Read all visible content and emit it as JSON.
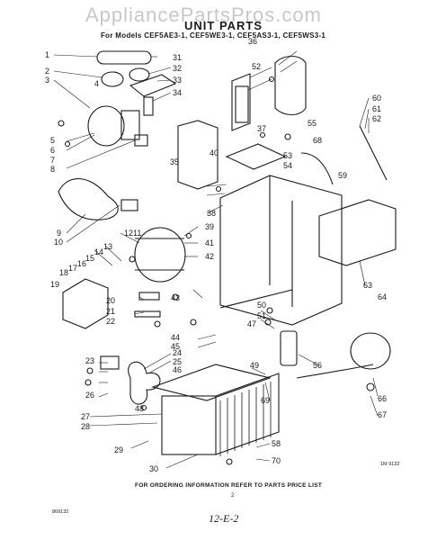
{
  "watermark": "AppliancePartsPros.com",
  "title": "UNIT PARTS",
  "models": "For Models CEF5AE3-1, CEF5WE3-1, CEF5AS3-1, CEF5WS3-1",
  "footer_note": "FOR ORDERING INFORMATION REFER TO PARTS PRICE LIST",
  "page_number": "2",
  "left_code": "869132",
  "handwritten_date": "12-E-2",
  "figure_code": "1M 9132",
  "callouts": [
    "1",
    "2",
    "3",
    "4",
    "5",
    "6",
    "7",
    "8",
    "9",
    "10",
    "11",
    "12",
    "13",
    "14",
    "15",
    "16",
    "17",
    "18",
    "19",
    "20",
    "21",
    "22",
    "23",
    "24",
    "25",
    "26",
    "27",
    "28",
    "29",
    "30",
    "31",
    "32",
    "33",
    "34",
    "35",
    "36",
    "37",
    "38",
    "39",
    "40",
    "41",
    "42",
    "43",
    "44",
    "45",
    "46",
    "47",
    "48",
    "49",
    "50",
    "51",
    "52",
    "53",
    "54",
    "55",
    "56",
    "58",
    "59",
    "60",
    "61",
    "62",
    "63",
    "64",
    "66",
    "67",
    "68",
    "69",
    "70"
  ]
}
